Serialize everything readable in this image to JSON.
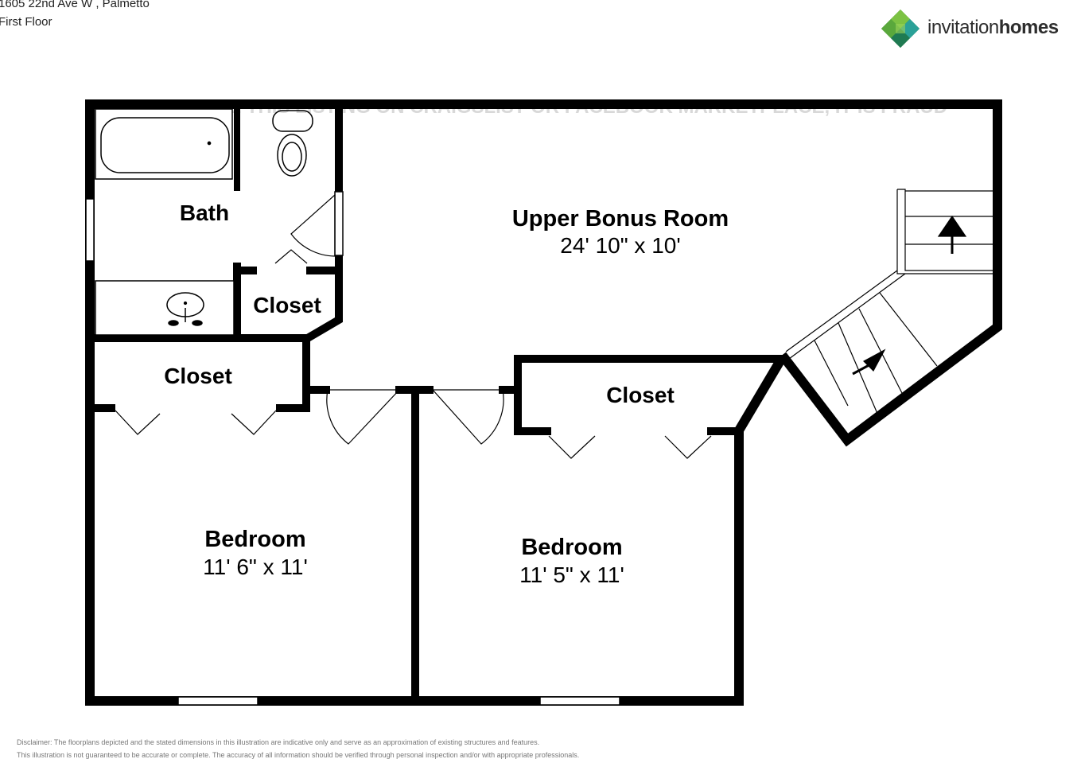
{
  "header": {
    "address": "1605 22nd Ave W , Palmetto",
    "floor": "First Floor"
  },
  "brand": {
    "name_light": "invitation",
    "name_bold": "homes",
    "colors": {
      "green_dark": "#3a8a3e",
      "green_light": "#7cc243",
      "teal": "#2aa198"
    }
  },
  "watermark": {
    "line1": "IF YOU SEE THIS LISTING ON CRAIGSLIST OR FACEBOOK MARKETPLACE, IT IS FRAUD"
  },
  "rooms": {
    "bonus": {
      "name": "Upper Bonus Room",
      "dims": "24' 10\" x 10'"
    },
    "bath": {
      "name": "Bath"
    },
    "bath_closet": {
      "name": "Closet"
    },
    "left_closet": {
      "name": "Closet"
    },
    "right_closet": {
      "name": "Closet"
    },
    "bedroom1": {
      "name": "Bedroom",
      "dims": "11' 6\" x 11'"
    },
    "bedroom2": {
      "name": "Bedroom",
      "dims": "11' 5\" x 11'"
    }
  },
  "disclaimer": {
    "line1": "Disclaimer: The floorplans depicted and the stated dimensions in this illustration are indicative only and serve as an approximation of existing structures and features.",
    "line2": "This illustration is not guaranteed to be accurate or complete. The accuracy of all information should be verified through personal inspection and/or with appropriate professionals."
  }
}
